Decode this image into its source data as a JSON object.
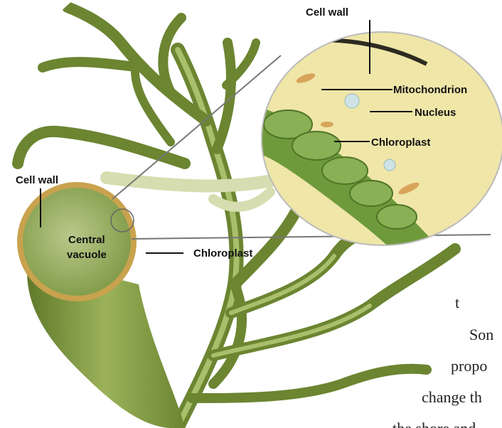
{
  "labels": {
    "cell_wall_top": "Cell wall",
    "mitochondrion": "Mitochondrion",
    "nucleus": "Nucleus",
    "chloroplast_top": "Chloroplast",
    "cell_wall_left": "Cell wall",
    "central_vacuole_line1": "Central",
    "central_vacuole_line2": "vacuole",
    "chloroplast_bottom": "Chloroplast"
  },
  "body_text": {
    "line1": "t",
    "line2": "Son",
    "line3": "propo",
    "line4": "change th",
    "line5": "the shore and"
  },
  "colors": {
    "alga": "#8fa64a",
    "alga_dark": "#5f7a2a",
    "cell_interior": "#efe6a8",
    "chloroplast": "#6f9a3c",
    "cell_wall_rim": "#c9a24e"
  }
}
